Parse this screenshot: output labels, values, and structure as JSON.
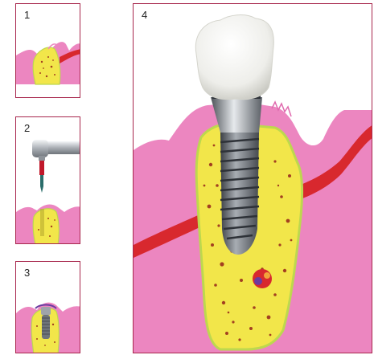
{
  "panels": [
    {
      "number": "1"
    },
    {
      "number": "2"
    },
    {
      "number": "3"
    },
    {
      "number": "4"
    }
  ],
  "colors": {
    "frame": "#a8274d",
    "gum": "#ec86c0",
    "bone": "#f2e64a",
    "bone_edge": "#bdd84e",
    "tissue": "#d8282e",
    "crown": "#f2f2ee",
    "implant": "#7a7f86",
    "drill": "#c5c9ce"
  },
  "icons": [
    "crown-icon",
    "implant-screw-icon",
    "drill-handpiece-icon",
    "drill-bit-icon",
    "nerve-canal-icon"
  ]
}
